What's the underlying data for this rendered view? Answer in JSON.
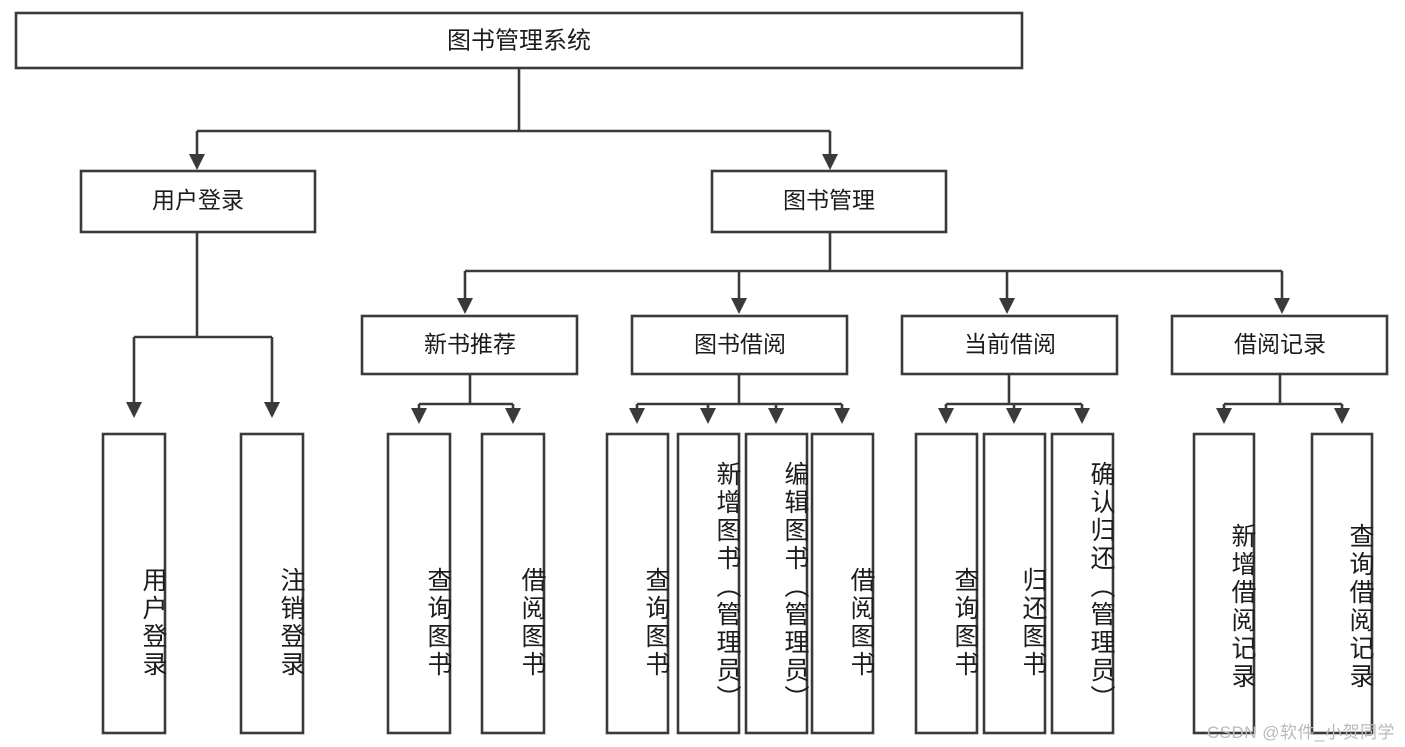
{
  "diagram": {
    "type": "tree-hierarchy-flowchart",
    "title_node": {
      "label": "图书管理系统"
    },
    "level2": [
      {
        "id": "user-login",
        "label": "用户登录"
      },
      {
        "id": "book-manage",
        "label": "图书管理"
      }
    ],
    "level3": [
      {
        "id": "new-book-recommend",
        "label": "新书推荐"
      },
      {
        "id": "book-borrow",
        "label": "图书借阅"
      },
      {
        "id": "current-borrow",
        "label": "当前借阅"
      },
      {
        "id": "borrow-record",
        "label": "借阅记录"
      }
    ],
    "leaves": [
      {
        "id": "leaf-user-login",
        "label": "用户登录",
        "parent": "user-login"
      },
      {
        "id": "leaf-logout-login",
        "label": "注销登录",
        "parent": "user-login"
      },
      {
        "id": "leaf-query-book-1",
        "label": "查询图书",
        "parent": "new-book-recommend"
      },
      {
        "id": "leaf-borrow-book-1",
        "label": "借阅图书",
        "parent": "new-book-recommend"
      },
      {
        "id": "leaf-query-book-2",
        "label": "查询图书",
        "parent": "book-borrow"
      },
      {
        "id": "leaf-add-book",
        "label": "新增图书（管理员）",
        "parent": "book-borrow"
      },
      {
        "id": "leaf-edit-book",
        "label": "编辑图书（管理员）",
        "parent": "book-borrow"
      },
      {
        "id": "leaf-borrow-book-2",
        "label": "借阅图书",
        "parent": "book-borrow"
      },
      {
        "id": "leaf-query-book-3",
        "label": "查询图书",
        "parent": "current-borrow"
      },
      {
        "id": "leaf-return-book",
        "label": "归还图书",
        "parent": "current-borrow"
      },
      {
        "id": "leaf-confirm-return",
        "label": "确认归还（管理员）",
        "parent": "current-borrow"
      },
      {
        "id": "leaf-add-record",
        "label": "新增借阅记录",
        "parent": "borrow-record"
      },
      {
        "id": "leaf-query-record",
        "label": "查询借阅记录",
        "parent": "borrow-record"
      }
    ],
    "watermark": "CSDN @软件_小贺同学",
    "colors": {
      "stroke": "#3a3a3a",
      "node_fill": "#ffffff",
      "text": "#1c1c1c",
      "background": "#ffffff",
      "watermark": "#b9b9b9"
    }
  }
}
